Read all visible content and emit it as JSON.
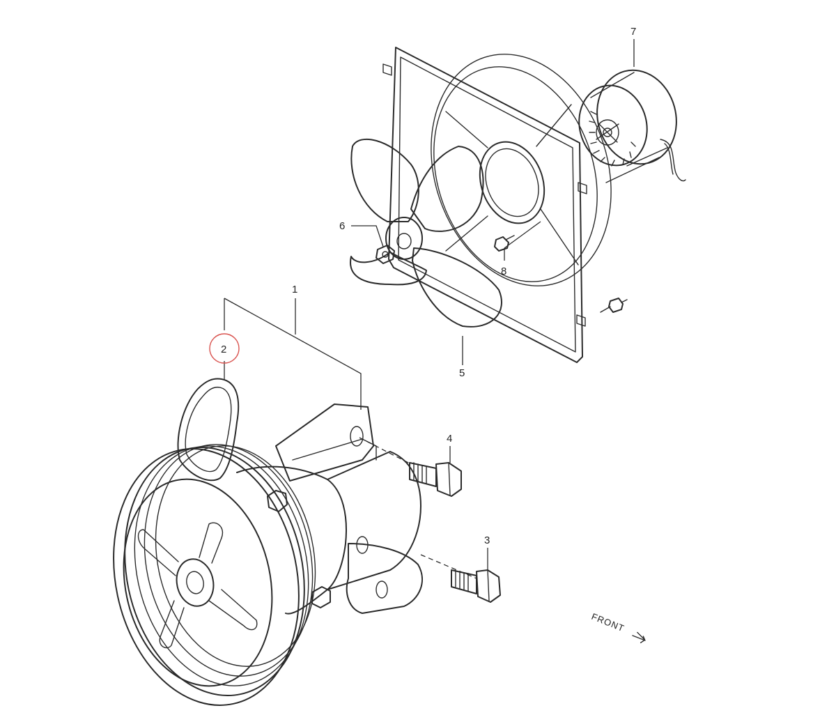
{
  "labels": {
    "c1": "1",
    "c2": "2",
    "c3": "3",
    "c4": "4",
    "c5": "5",
    "c6": "6",
    "c7": "7",
    "c8": "8"
  },
  "front_text": "FRONT",
  "colors": {
    "highlight": "#d9534f",
    "ink": "#2a2a2a"
  },
  "icons": {
    "front_arrow": "arrow-right-icon"
  }
}
